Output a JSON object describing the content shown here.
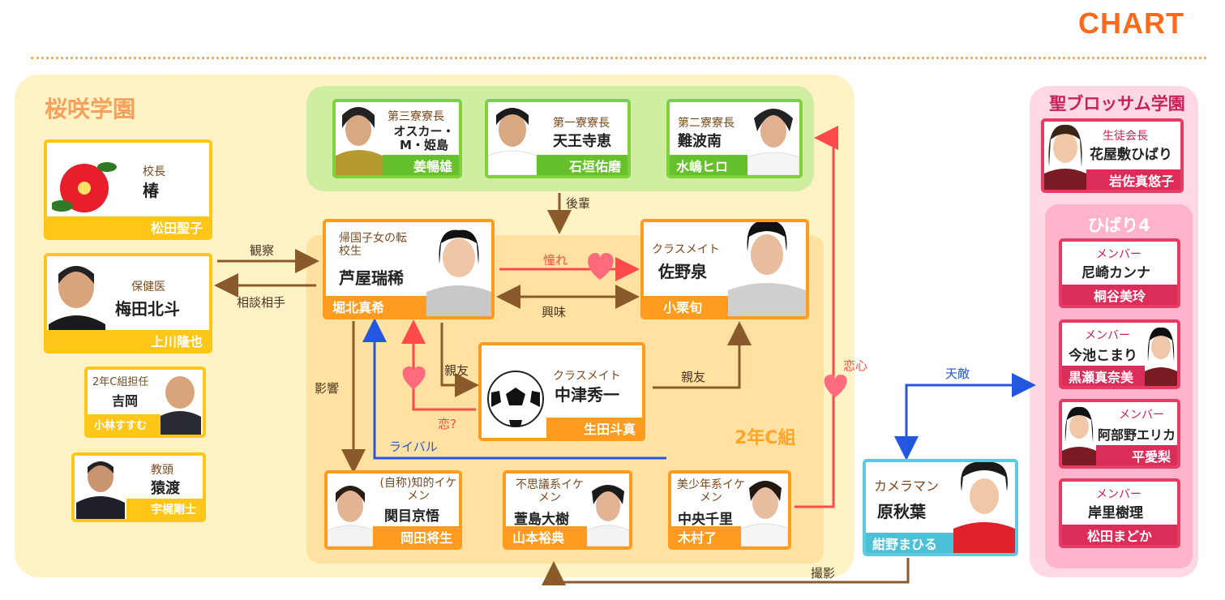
{
  "header": {
    "title": "CHART"
  },
  "regions": {
    "sakura": "桜咲学園",
    "class2c": "2年C組",
    "blossom": "聖ブロッサム学園",
    "hibari4": "ひばり4"
  },
  "cards": {
    "principal": {
      "role": "校長",
      "name": "椿",
      "actor": "松田聖子"
    },
    "nurse": {
      "role": "保健医",
      "name": "梅田北斗",
      "actor": "上川隆也"
    },
    "homeroom": {
      "role": "2年C組担任",
      "name": "吉岡",
      "actor": "小林すすむ"
    },
    "vice": {
      "role": "教頭",
      "name": "猿渡",
      "actor": "宇梶剛士"
    },
    "dorm3": {
      "role": "第三寮寮長",
      "name": "オスカー・M・姫島",
      "actor": "姜暢雄"
    },
    "dorm1": {
      "role": "第一寮寮長",
      "name": "天王寺恵",
      "actor": "石垣佑磨"
    },
    "dorm2": {
      "role": "第二寮寮長",
      "name": "難波南",
      "actor": "水嶋ヒロ"
    },
    "mizuki": {
      "role": "帰国子女の転校生",
      "name": "芦屋瑞稀",
      "actor": "堀北真希"
    },
    "sano": {
      "role": "クラスメイト",
      "name": "佐野泉",
      "actor": "小栗旬"
    },
    "nakatsu": {
      "role": "クラスメイト",
      "name": "中津秀一",
      "actor": "生田斗真"
    },
    "sekime": {
      "role": "(自称)知的イケメン",
      "name": "関目京悟",
      "actor": "岡田将生"
    },
    "kayashima": {
      "role": "不思議系イケメン",
      "name": "萱島大樹",
      "actor": "山本裕典"
    },
    "nakao": {
      "role": "美少年系イケメン",
      "name": "中央千里",
      "actor": "木村了"
    },
    "camera": {
      "role": "カメラマン",
      "name": "原秋葉",
      "actor": "紺野まひる"
    },
    "president": {
      "role": "生徒会長",
      "name": "花屋敷ひばり",
      "actor": "岩佐真悠子"
    },
    "m1": {
      "role": "メンバー",
      "name": "尼崎カンナ",
      "actor": "桐谷美玲"
    },
    "m2": {
      "role": "メンバー",
      "name": "今池こまり",
      "actor": "黒瀬真奈美"
    },
    "m3": {
      "role": "メンバー",
      "name": "阿部野エリカ",
      "actor": "平愛梨"
    },
    "m4": {
      "role": "メンバー",
      "name": "岸里樹理",
      "actor": "松田まどか"
    }
  },
  "edges": {
    "observe": "観察",
    "consult": "相談相手",
    "kouhai": "後輩",
    "admire": "憧れ",
    "interest": "興味",
    "friend1": "親友",
    "friend2": "親友",
    "koi": "恋?",
    "kageso": "影響",
    "rival": "ライバル",
    "koigokoro": "恋心",
    "tenteki": "天敵",
    "satsuei": "撮影"
  },
  "colors": {
    "orange": "#ff9b1f",
    "yellow": "#ffc61a",
    "green": "#66c02b",
    "pink": "#dc2c59",
    "cyan": "#4cc0d6",
    "blue": "#2457e0",
    "red": "#ff4a4a",
    "brown": "#8b5a2b"
  }
}
